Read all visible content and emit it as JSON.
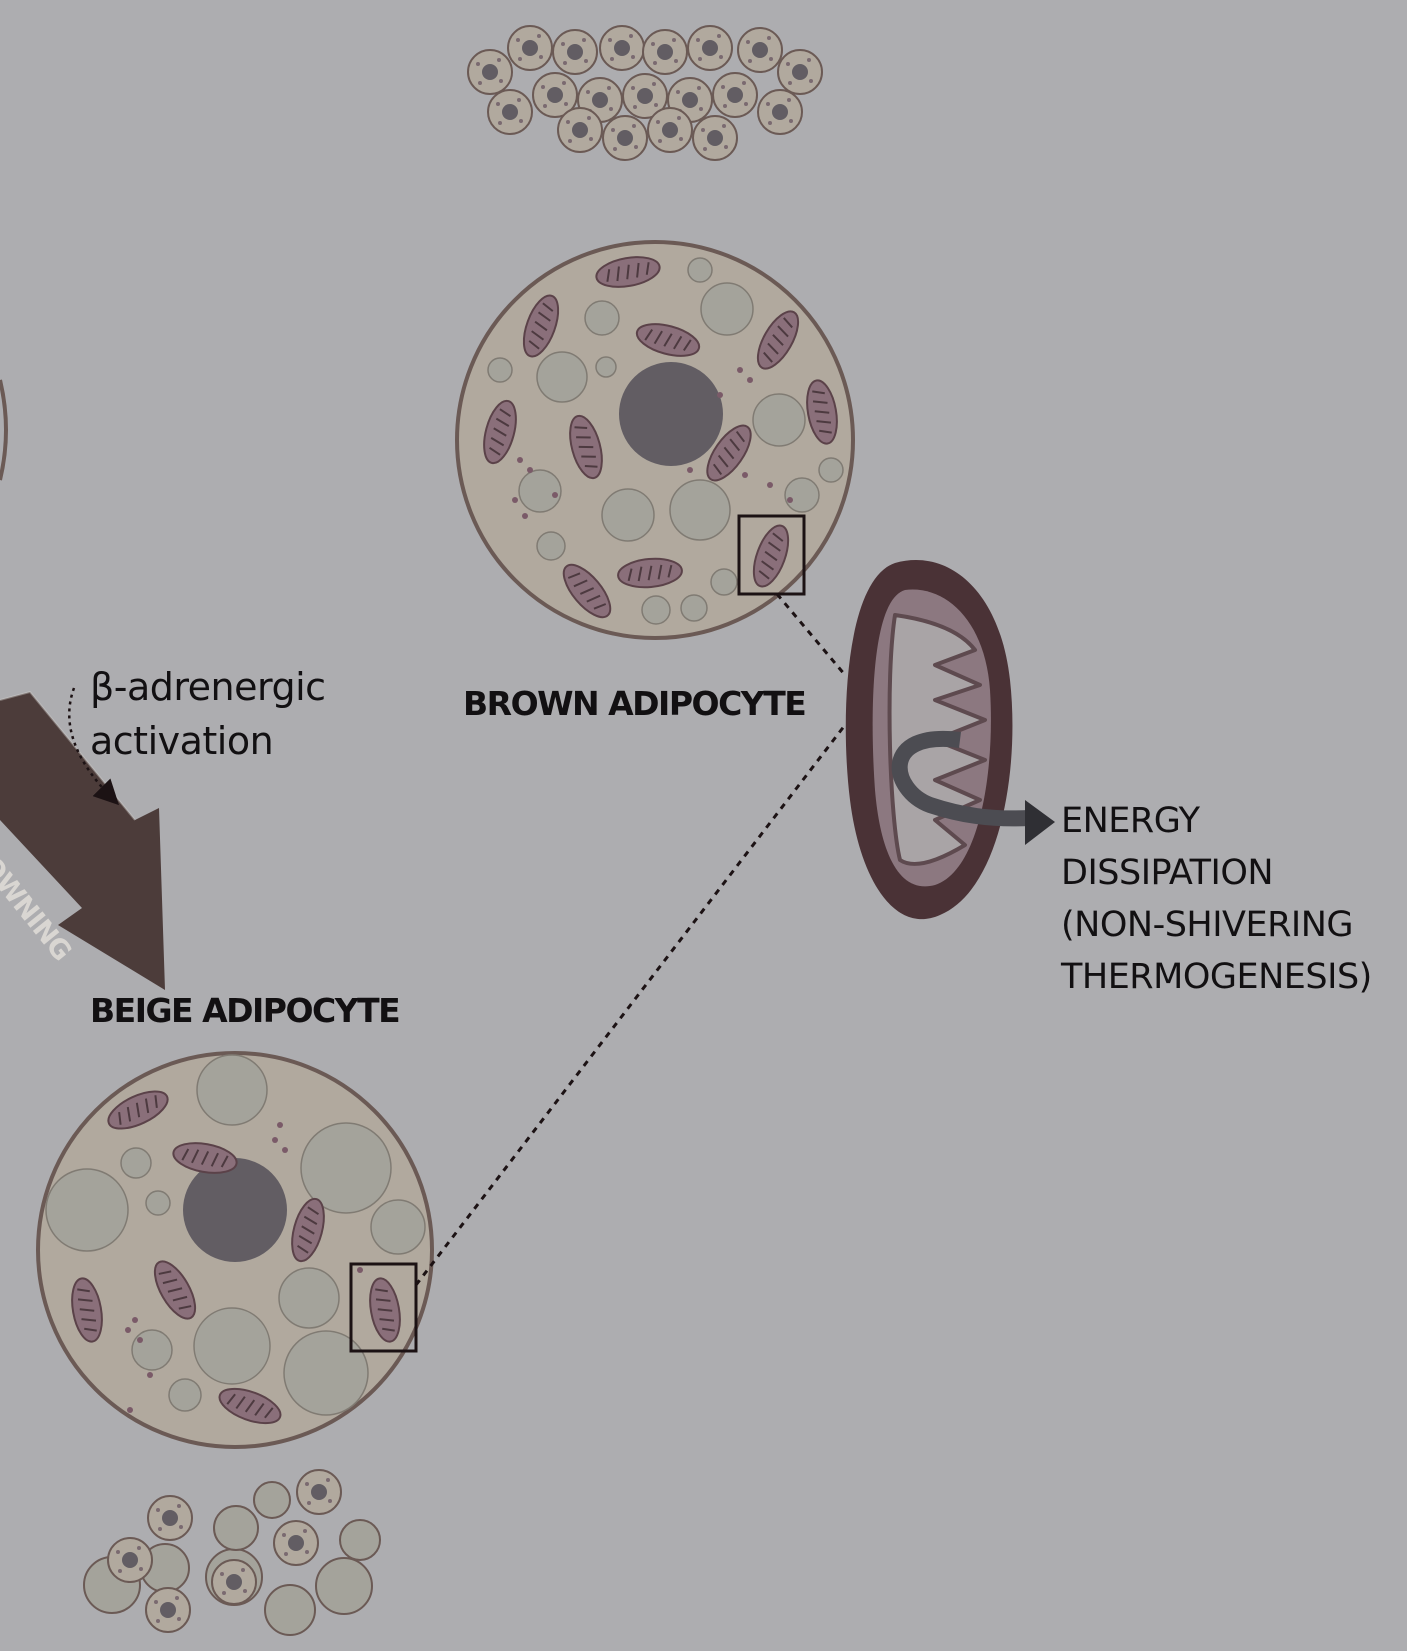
{
  "labels": {
    "brown_adipocyte": "BROWN ADIPOCYTE",
    "beige_adipocyte": "BEIGE ADIPOCYTE",
    "browning": "BROWNING",
    "beta_activation": [
      "β-adrenergic",
      "activation"
    ],
    "energy_dissipation": [
      "ENERGY",
      "DISSIPATION",
      "(NON-SHIVERING",
      "THERMOGENESIS)"
    ]
  },
  "colors": {
    "background": "#adadb0",
    "cell_fill": "#b1a99e",
    "cell_border": "#6b5a55",
    "nucleus": "#625d63",
    "lipid_droplet": "#a4a39b",
    "mitochondrion": "#8a6f7a",
    "mitochondrion_dark": "#4a3236",
    "browning_arrow": "#4c3c3a",
    "text": "#121012"
  },
  "icons": {
    "brown_cell": "brown-adipocyte-icon",
    "beige_cell": "beige-adipocyte-icon",
    "mitochondrion": "mitochondrion-icon",
    "tissue_cluster": "tissue-cluster-icon"
  }
}
